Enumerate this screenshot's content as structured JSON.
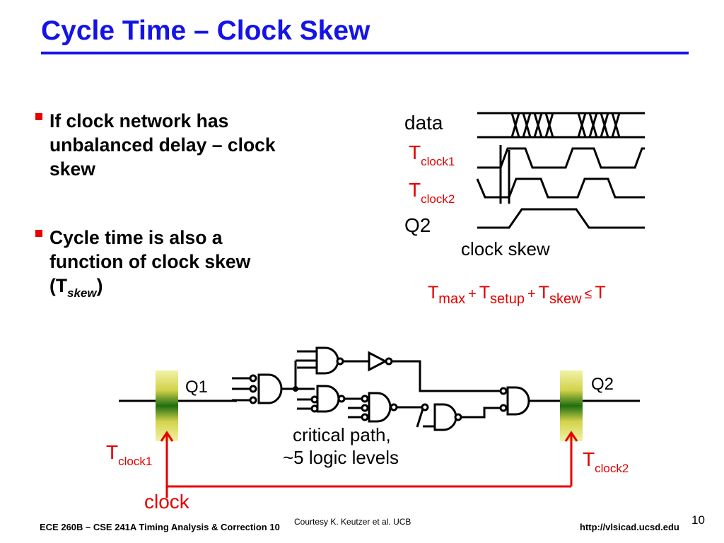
{
  "slide": {
    "title": "Cycle Time – Clock Skew",
    "bullets": [
      {
        "lines": [
          "If clock network has",
          "unbalanced delay – clock",
          "skew"
        ]
      },
      {
        "lines": [
          "Cycle time is also a",
          "function of clock skew"
        ],
        "last_prefix": "(T",
        "last_sub": "skew",
        "last_suffix": ")"
      }
    ]
  },
  "waveforms": {
    "data_label": "data",
    "tclock1": {
      "base": "T",
      "sub": "clock1"
    },
    "tclock2": {
      "base": "T",
      "sub": "clock2"
    },
    "q2_label": "Q2",
    "skew_caption": "clock skew",
    "equation": {
      "t1": "T",
      "s1": "max",
      "op1": "+",
      "t2": "T",
      "s2": "setup",
      "op2": "+",
      "t3": "T",
      "s3": "skew",
      "op3": "≤",
      "rhs": "T"
    }
  },
  "circuit": {
    "q1_label": "Q1",
    "q2_label": "Q2",
    "caption_line1": "critical path,",
    "caption_line2": "~5 logic levels",
    "tclock1": {
      "base": "T",
      "sub": "clock1"
    },
    "tclock2": {
      "base": "T",
      "sub": "clock2"
    },
    "clock_label": "clock"
  },
  "colors": {
    "title": "#1414e6",
    "accent_red": "#e60000",
    "flop_top": "#d8d850",
    "flop_mid": "#2a7a1a"
  },
  "footer": {
    "left": "ECE 260B – CSE 241A Timing Analysis & Correction 10",
    "credit": "Courtesy K. Keutzer et al. UCB",
    "url": "http://vlsicad.ucsd.edu",
    "page": "10"
  }
}
